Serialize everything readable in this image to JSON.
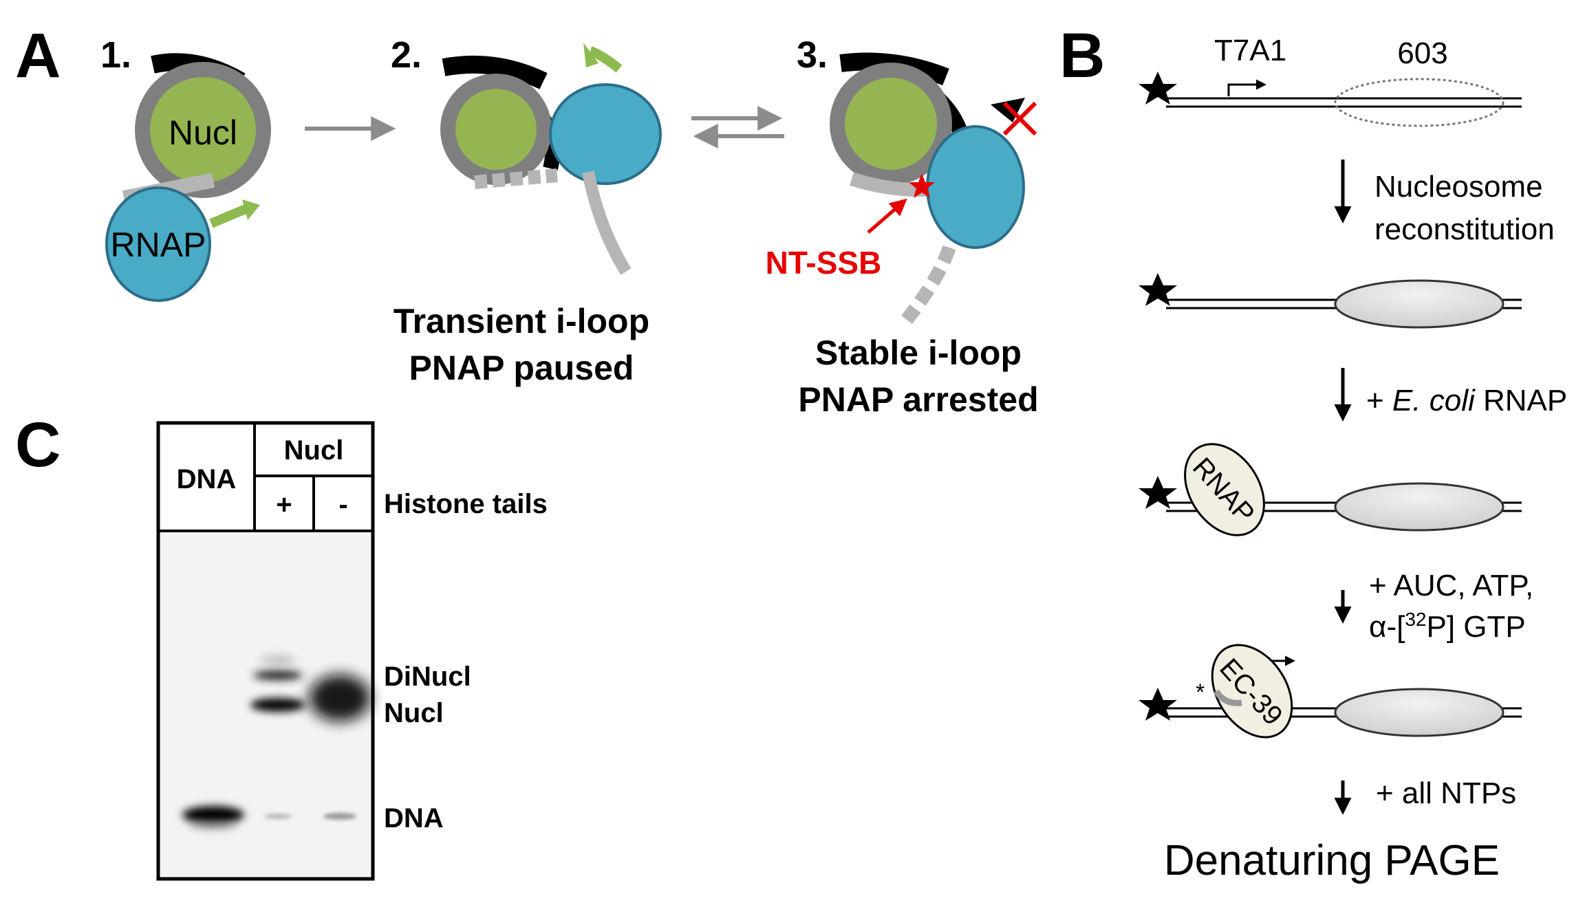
{
  "panel_a": {
    "label": "A",
    "step1": {
      "number": "1.",
      "nucl_label": "Nucl",
      "rnap_label": "RNAP"
    },
    "step2": {
      "number": "2.",
      "caption_line1": "Transient i-loop",
      "caption_line2": "PNAP paused"
    },
    "step3": {
      "number": "3.",
      "ntssb_label": "NT-SSB",
      "caption_line1": "Stable i-loop",
      "caption_line2": "PNAP arrested"
    },
    "colors": {
      "nucleosome": "#94b551",
      "rnap": "#4aabc6",
      "dna": "#7f7f7f",
      "arrow": "#8dba4e",
      "marker": "#e60000"
    }
  },
  "panel_b": {
    "label": "B",
    "promoter_label": "T7A1",
    "positioning_label": "603",
    "step1_line1": "Nucleosome",
    "step1_line2": "reconstitution",
    "step2_prefix": "+ ",
    "step2_italic": "E. coli",
    "step2_suffix": " RNAP",
    "rnap_label": "RNAP",
    "step3_line1": "+ AUC, ATP,",
    "step3_line2_prefix": "α-[",
    "step3_line2_sup": "32",
    "step3_line2_suffix": "P] GTP",
    "ec_label": "EC-39",
    "step4": "+ all NTPs",
    "final": "Denaturing PAGE"
  },
  "panel_c": {
    "label": "C",
    "col_dna": "DNA",
    "col_nucl": "Nucl",
    "lane_plus": "+",
    "lane_minus": "-",
    "row_label": "Histone tails",
    "band_dinucl": "DiNucl",
    "band_nucl": "Nucl",
    "band_dna": "DNA"
  }
}
